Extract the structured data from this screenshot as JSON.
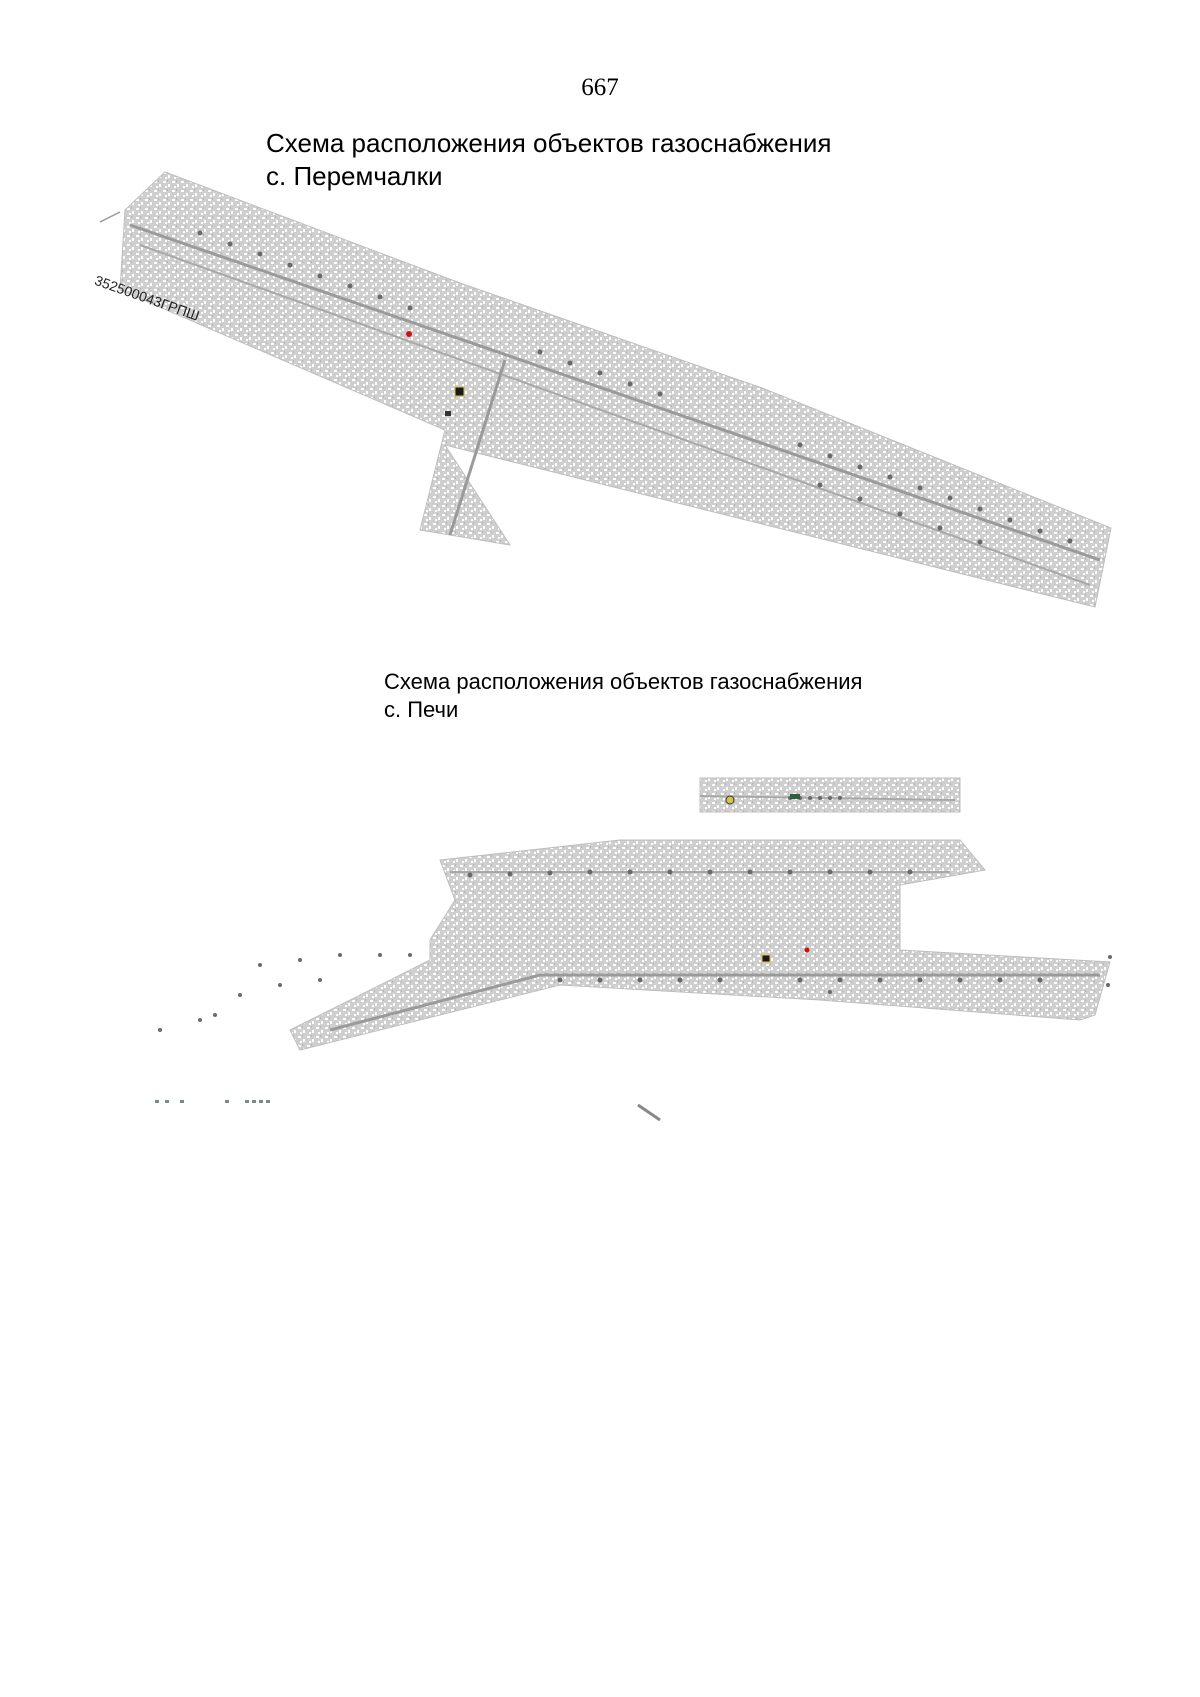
{
  "page_number": "667",
  "maps": [
    {
      "title_line1": "Схема расположения объектов газоснабжения",
      "title_line2": "с. Перемчалки",
      "labels": [
        "352500043ГРПШ"
      ]
    },
    {
      "title_line1": "Схема расположения объектов газоснабжения",
      "title_line2": "с. Печи"
    }
  ],
  "colors": {
    "settlement_fill": "#c9c9c9",
    "pipeline_marker": "#6a6a6a",
    "grp_marker": "#1a1a1a",
    "red_marker": "#cc1111",
    "yellow_marker": "#d9c24a"
  }
}
